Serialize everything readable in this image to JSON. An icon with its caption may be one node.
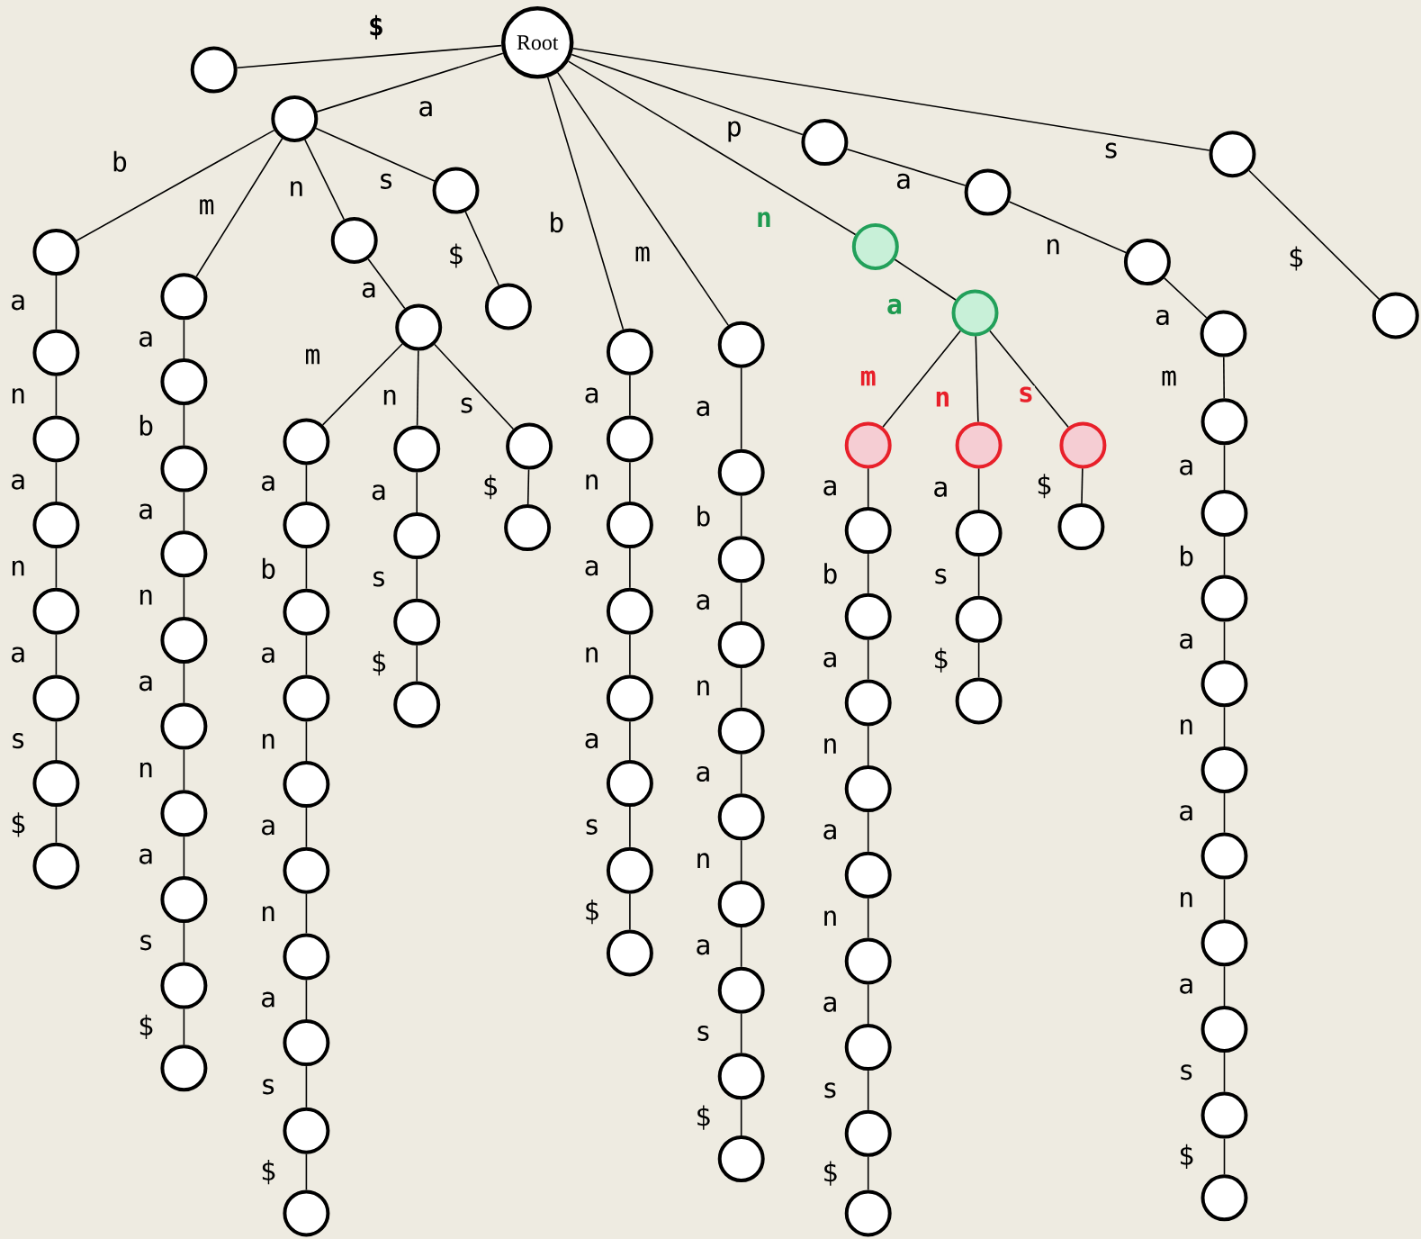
{
  "diagram": {
    "nodes": [
      {
        "text": [
          "Root"
        ]
      },
      {
        "text": [],
        "shape": "circle"
      },
      {
        "text": [],
        "shape": "circle"
      },
      {
        "text": [],
        "shape": "circle"
      },
      {
        "text": [],
        "shape": "circle"
      },
      {
        "text": [],
        "shape": "circle"
      },
      {
        "text": [],
        "shape": "circle"
      },
      {
        "text": [],
        "shape": "circle"
      },
      {
        "text": [],
        "shape": "circle"
      },
      {
        "text": [],
        "shape": "circle"
      },
      {
        "text": [],
        "shape": "circle"
      },
      {
        "text": [],
        "shape": "circle"
      },
      {
        "text": [],
        "shape": "circle"
      },
      {
        "text": [],
        "shape": "circle"
      },
      {
        "text": [],
        "shape": "circle"
      },
      {
        "text": [],
        "shape": "circle"
      },
      {
        "text": [],
        "shape": "circle"
      },
      {
        "text": [],
        "shape": "circle"
      },
      {
        "text": [],
        "shape": "circle"
      },
      {
        "text": [],
        "shape": "circle"
      },
      {
        "text": [],
        "shape": "circle"
      },
      {
        "text": [],
        "shape": "circle"
      },
      {
        "text": [],
        "shape": "circle"
      },
      {
        "text": [],
        "shape": "circle"
      },
      {
        "text": [],
        "shape": "circle"
      },
      {
        "text": [],
        "shape": "circle"
      },
      {
        "text": [],
        "shape": "circle"
      },
      {
        "text": [],
        "shape": "circle"
      },
      {
        "text": [],
        "shape": "circle"
      },
      {
        "text": [],
        "shape": "circle"
      },
      {
        "text": [],
        "shape": "circle"
      },
      {
        "text": [],
        "shape": "circle"
      },
      {
        "text": [],
        "shape": "circle"
      },
      {
        "text": [],
        "shape": "circle"
      },
      {
        "text": [],
        "shape": "circle"
      },
      {
        "text": [],
        "shape": "circle"
      },
      {
        "text": [],
        "shape": "circle"
      },
      {
        "text": [],
        "shape": "circle"
      },
      {
        "text": [],
        "shape": "circle"
      },
      {
        "text": [],
        "shape": "circle"
      },
      {
        "text": [],
        "shape": "circle"
      },
      {
        "text": [],
        "shape": "circle"
      },
      {
        "text": [],
        "shape": "circle"
      },
      {
        "text": [],
        "shape": "circle"
      },
      {
        "text": [],
        "shape": "circle"
      },
      {
        "text": [],
        "shape": "circle"
      },
      {
        "text": [],
        "shape": "circle"
      },
      {
        "text": [],
        "shape": "circle"
      },
      {
        "text": [],
        "shape": "circle"
      },
      {
        "text": [],
        "shape": "circle"
      },
      {
        "text": [],
        "shape": "circle"
      },
      {
        "text": [],
        "shape": "circle"
      },
      {
        "text": [],
        "shape": "circle"
      },
      {
        "text": [],
        "shape": "circle"
      },
      {
        "text": [],
        "shape": "circle"
      },
      {
        "text": [],
        "shape": "circle"
      },
      {
        "text": [],
        "shape": "circle"
      },
      {
        "text": [],
        "shape": "circle"
      },
      {
        "text": [],
        "shape": "circle"
      },
      {
        "text": [],
        "shape": "circle"
      },
      {
        "text": [],
        "shape": "circle"
      },
      {
        "text": [],
        "shape": "circle"
      },
      {
        "text": [],
        "shape": "circle"
      },
      {
        "text": [],
        "shape": "circle"
      },
      {
        "text": [],
        "shape": "circle"
      },
      {
        "text": [],
        "shape": "circle"
      },
      {
        "text": [],
        "shape": "circle"
      },
      {
        "text": [],
        "shape": "circle"
      },
      {
        "text": [],
        "shape": "circle"
      },
      {
        "text": [],
        "shape": "circle"
      },
      {
        "text": [],
        "shape": "circle"
      },
      {
        "text": [],
        "shape": "circle"
      },
      {
        "text": [],
        "shape": "circle"
      },
      {
        "text": [],
        "shape": "circle"
      },
      {
        "text": [],
        "shape": "circle"
      },
      {
        "text": [],
        "shape": "circle"
      },
      {
        "text": [],
        "shape": "circle"
      },
      {
        "text": [],
        "shape": "circle"
      },
      {
        "text": [],
        "shape": "circle"
      },
      {
        "text": [],
        "shape": "circle"
      },
      {
        "text": [],
        "shape": "circle"
      },
      {
        "text": [],
        "shape": "circle"
      },
      {
        "text": [],
        "shape": "circle"
      },
      {
        "text": [],
        "shape": "circle"
      },
      {
        "text": [],
        "shape": "circle"
      },
      {
        "text": [],
        "shape": "circle"
      },
      {
        "text": [],
        "shape": "circle"
      },
      {
        "text": [],
        "shape": "circle"
      },
      {
        "text": [],
        "shape": "circle"
      },
      {
        "text": [],
        "shape": "circle"
      },
      {
        "text": [],
        "shape": "circle"
      },
      {
        "text": [],
        "shape": "circle"
      },
      {
        "text": [],
        "shape": "circle"
      }
    ],
    "edges": [
      {
        "from": 0,
        "to": 1,
        "arrow": "none",
        "label": "$"
      },
      {
        "from": 0,
        "to": 2,
        "arrow": "none",
        "label": "a"
      },
      {
        "from": 2,
        "to": 3,
        "arrow": "none",
        "label": "b"
      },
      {
        "from": 3,
        "to": 4,
        "arrow": "none",
        "label": "a"
      },
      {
        "from": 4,
        "to": 5,
        "arrow": "none",
        "label": "n"
      },
      {
        "from": 5,
        "to": 6,
        "arrow": "none",
        "label": "a"
      },
      {
        "from": 6,
        "to": 7,
        "arrow": "none",
        "label": "n"
      },
      {
        "from": 7,
        "to": 8,
        "arrow": "none",
        "label": "a"
      },
      {
        "from": 8,
        "to": 9,
        "arrow": "none",
        "label": "s"
      },
      {
        "from": 9,
        "to": 10,
        "arrow": "none",
        "label": "$"
      },
      {
        "from": 2,
        "to": 11,
        "arrow": "none",
        "label": "m"
      },
      {
        "from": 11,
        "to": 12,
        "arrow": "none",
        "label": "a"
      },
      {
        "from": 12,
        "to": 13,
        "arrow": "none",
        "label": "b"
      },
      {
        "from": 13,
        "to": 14,
        "arrow": "none",
        "label": "a"
      },
      {
        "from": 14,
        "to": 15,
        "arrow": "none",
        "label": "n"
      },
      {
        "from": 15,
        "to": 16,
        "arrow": "none",
        "label": "a"
      },
      {
        "from": 16,
        "to": 17,
        "arrow": "none",
        "label": "n"
      },
      {
        "from": 17,
        "to": 18,
        "arrow": "none",
        "label": "a"
      },
      {
        "from": 18,
        "to": 19,
        "arrow": "none",
        "label": "s"
      },
      {
        "from": 19,
        "to": 20,
        "arrow": "none",
        "label": "$"
      },
      {
        "from": 2,
        "to": 21,
        "arrow": "none",
        "label": "n"
      },
      {
        "from": 21,
        "to": 22,
        "arrow": "none",
        "label": "a"
      },
      {
        "from": 22,
        "to": 23,
        "arrow": "none",
        "label": "m"
      },
      {
        "from": 23,
        "to": 24,
        "arrow": "none",
        "label": "a"
      },
      {
        "from": 24,
        "to": 25,
        "arrow": "none",
        "label": "b"
      },
      {
        "from": 25,
        "to": 26,
        "arrow": "none",
        "label": "a"
      },
      {
        "from": 26,
        "to": 27,
        "arrow": "none",
        "label": "n"
      },
      {
        "from": 27,
        "to": 28,
        "arrow": "none",
        "label": "a"
      },
      {
        "from": 28,
        "to": 29,
        "arrow": "none",
        "label": "n"
      },
      {
        "from": 29,
        "to": 30,
        "arrow": "none",
        "label": "a"
      },
      {
        "from": 30,
        "to": 31,
        "arrow": "none",
        "label": "s"
      },
      {
        "from": 31,
        "to": 32,
        "arrow": "none",
        "label": "$"
      },
      {
        "from": 22,
        "to": 33,
        "arrow": "none",
        "label": "n"
      },
      {
        "from": 33,
        "to": 34,
        "arrow": "none",
        "label": "a"
      },
      {
        "from": 34,
        "to": 35,
        "arrow": "none",
        "label": "s"
      },
      {
        "from": 35,
        "to": 36,
        "arrow": "none",
        "label": "$"
      },
      {
        "from": 22,
        "to": 37,
        "arrow": "none",
        "label": "s"
      },
      {
        "from": 37,
        "to": 38,
        "arrow": "none",
        "label": "$"
      },
      {
        "from": 2,
        "to": 39,
        "arrow": "none",
        "label": "s"
      },
      {
        "from": 39,
        "to": 40,
        "arrow": "none",
        "label": "$"
      },
      {
        "from": 0,
        "to": 41,
        "arrow": "none",
        "label": "b"
      },
      {
        "from": 41,
        "to": 42,
        "arrow": "none",
        "label": "a"
      },
      {
        "from": 42,
        "to": 43,
        "arrow": "none",
        "label": "n"
      },
      {
        "from": 43,
        "to": 44,
        "arrow": "none",
        "label": "a"
      },
      {
        "from": 44,
        "to": 45,
        "arrow": "none",
        "label": "n"
      },
      {
        "from": 45,
        "to": 46,
        "arrow": "none",
        "label": "a"
      },
      {
        "from": 46,
        "to": 47,
        "arrow": "none",
        "label": "s"
      },
      {
        "from": 47,
        "to": 48,
        "arrow": "none",
        "label": "$"
      },
      {
        "from": 0,
        "to": 49,
        "arrow": "none",
        "label": "m"
      },
      {
        "from": 49,
        "to": 50,
        "arrow": "none",
        "label": "a"
      },
      {
        "from": 50,
        "to": 51,
        "arrow": "none",
        "label": "b"
      },
      {
        "from": 51,
        "to": 52,
        "arrow": "none",
        "label": "a"
      },
      {
        "from": 52,
        "to": 53,
        "arrow": "none",
        "label": "n"
      },
      {
        "from": 53,
        "to": 54,
        "arrow": "none",
        "label": "a"
      },
      {
        "from": 54,
        "to": 55,
        "arrow": "none",
        "label": "n"
      },
      {
        "from": 55,
        "to": 56,
        "arrow": "none",
        "label": "a"
      },
      {
        "from": 56,
        "to": 57,
        "arrow": "none",
        "label": "s"
      },
      {
        "from": 57,
        "to": 58,
        "arrow": "none",
        "label": "$"
      },
      {
        "from": 0,
        "to": 59,
        "arrow": "none",
        "label": "n"
      },
      {
        "from": 59,
        "to": 60,
        "arrow": "none",
        "label": "a"
      },
      {
        "from": 60,
        "to": 61,
        "arrow": "none",
        "label": "m"
      },
      {
        "from": 61,
        "to": 62,
        "arrow": "none",
        "label": "a"
      },
      {
        "from": 62,
        "to": 63,
        "arrow": "none",
        "label": "b"
      },
      {
        "from": 63,
        "to": 64,
        "arrow": "none",
        "label": "a"
      },
      {
        "from": 64,
        "to": 65,
        "arrow": "none",
        "label": "n"
      },
      {
        "from": 65,
        "to": 66,
        "arrow": "none",
        "label": "a"
      },
      {
        "from": 66,
        "to": 67,
        "arrow": "none",
        "label": "n"
      },
      {
        "from": 67,
        "to": 68,
        "arrow": "none",
        "label": "a"
      },
      {
        "from": 68,
        "to": 69,
        "arrow": "none",
        "label": "s"
      },
      {
        "from": 69,
        "to": 70,
        "arrow": "none",
        "label": "$"
      },
      {
        "from": 60,
        "to": 71,
        "arrow": "none",
        "label": "n"
      },
      {
        "from": 71,
        "to": 72,
        "arrow": "none",
        "label": "a"
      },
      {
        "from": 72,
        "to": 73,
        "arrow": "none",
        "label": "s"
      },
      {
        "from": 73,
        "to": 74,
        "arrow": "none",
        "label": "$"
      },
      {
        "from": 60,
        "to": 75,
        "arrow": "none",
        "label": "s"
      },
      {
        "from": 75,
        "to": 76,
        "arrow": "none",
        "label": "$"
      },
      {
        "from": 0,
        "to": 77,
        "arrow": "none",
        "label": "p"
      },
      {
        "from": 77,
        "to": 78,
        "arrow": "none",
        "label": "a"
      },
      {
        "from": 78,
        "to": 79,
        "arrow": "none",
        "label": "n"
      },
      {
        "from": 79,
        "to": 80,
        "arrow": "none",
        "label": "a"
      },
      {
        "from": 80,
        "to": 81,
        "arrow": "none",
        "label": "m"
      },
      {
        "from": 81,
        "to": 82,
        "arrow": "none",
        "label": "a"
      },
      {
        "from": 82,
        "to": 83,
        "arrow": "none",
        "label": "b"
      },
      {
        "from": 83,
        "to": 84,
        "arrow": "none",
        "label": "a"
      },
      {
        "from": 84,
        "to": 85,
        "arrow": "none",
        "label": "n"
      },
      {
        "from": 85,
        "to": 86,
        "arrow": "none",
        "label": "a"
      },
      {
        "from": 86,
        "to": 87,
        "arrow": "none",
        "label": "n"
      },
      {
        "from": 87,
        "to": 88,
        "arrow": "none",
        "label": "a"
      },
      {
        "from": 88,
        "to": 89,
        "arrow": "none",
        "label": "s"
      },
      {
        "from": 89,
        "to": 90,
        "arrow": "none",
        "label": "$"
      },
      {
        "from": 0,
        "to": 91,
        "arrow": "none",
        "label": "s"
      },
      {
        "from": 91,
        "to": 92,
        "arrow": "none",
        "label": "$"
      }
    ]
  }
}
